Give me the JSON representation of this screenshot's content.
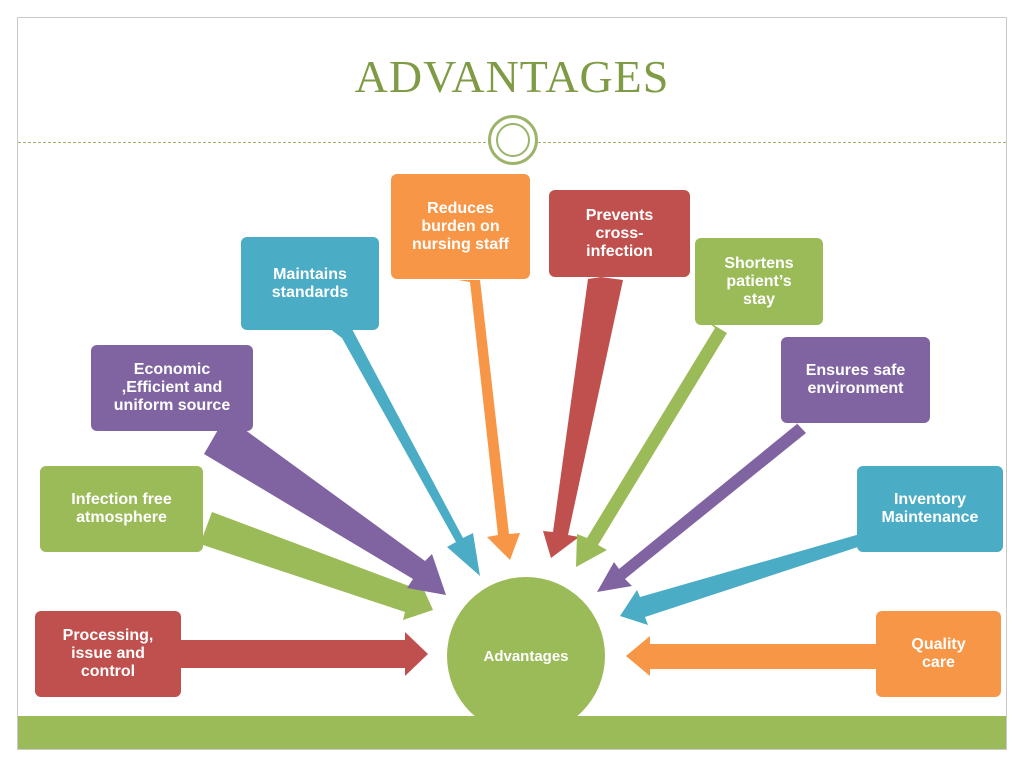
{
  "title": "ADVANTAGES",
  "hub_label": "Advantages",
  "colors": {
    "title": "#7f9b45",
    "green": "#9bbb59",
    "red": "#c0504d",
    "purple": "#8064a2",
    "blue": "#4bacc6",
    "orange": "#f79646"
  },
  "nodes": [
    {
      "text": "Processing,\nissue and\ncontrol",
      "color": "#c0504d"
    },
    {
      "text": "Infection free\natmosphere",
      "color": "#9bbb59"
    },
    {
      "text": "Economic\n,Efficient and\nuniform source",
      "color": "#8064a2"
    },
    {
      "text": "Maintains\nstandards",
      "color": "#4bacc6"
    },
    {
      "text": "Reduces\nburden on\nnursing staff",
      "color": "#f79646"
    },
    {
      "text": "Prevents\ncross-\ninfection",
      "color": "#c0504d"
    },
    {
      "text": "Shortens\npatient’s\nstay",
      "color": "#9bbb59"
    },
    {
      "text": "Ensures safe\nenvironment",
      "color": "#8064a2"
    },
    {
      "text": "Inventory\nMaintenance",
      "color": "#4bacc6"
    },
    {
      "text": "Quality\ncare",
      "color": "#f79646"
    }
  ]
}
